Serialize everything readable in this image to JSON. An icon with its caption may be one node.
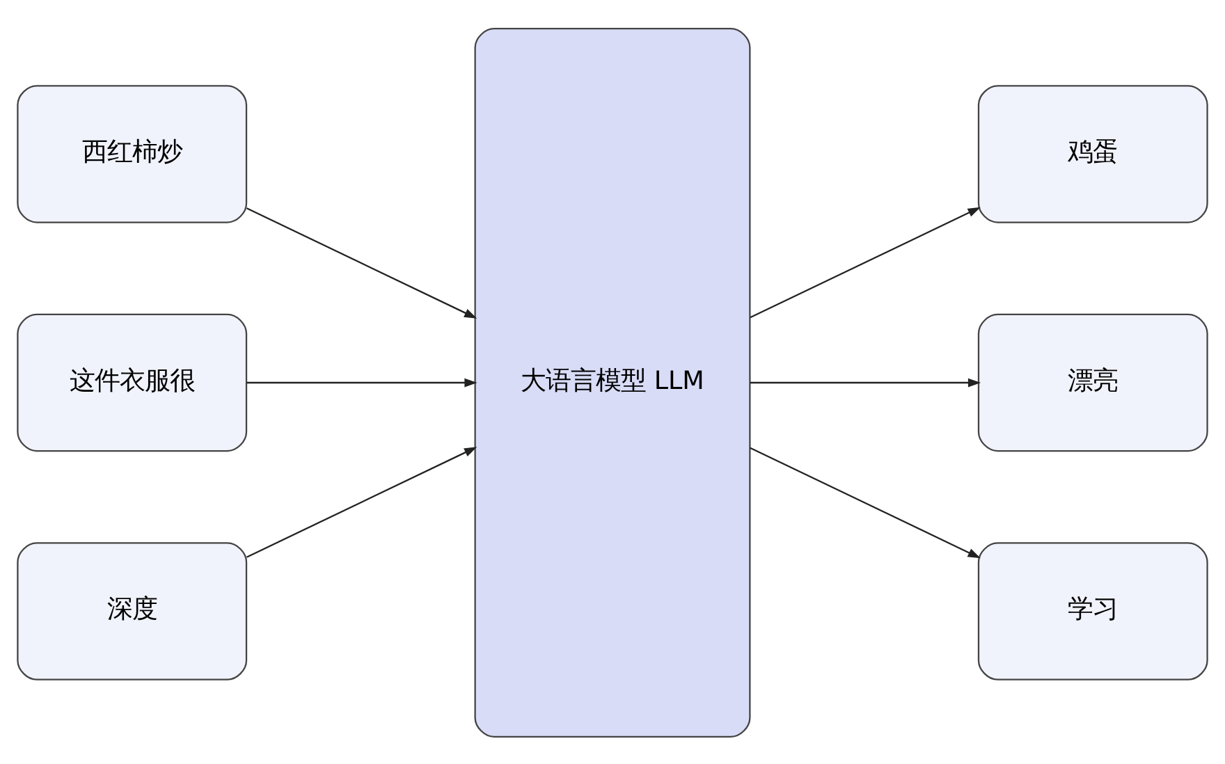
{
  "diagram": {
    "nodes": [
      {
        "text": [
          "西红柿炒"
        ]
      },
      {
        "text": [
          "这件衣服很"
        ]
      },
      {
        "text": [
          "深度"
        ]
      },
      {
        "text": [
          "大语言模型 LLM"
        ]
      },
      {
        "text": [
          "鸡蛋"
        ]
      },
      {
        "text": [
          "漂亮"
        ]
      },
      {
        "text": [
          "学习"
        ]
      }
    ],
    "edges": [
      {
        "from": 0,
        "to": 3,
        "arrow": "to"
      },
      {
        "from": 1,
        "to": 3,
        "arrow": "to"
      },
      {
        "from": 2,
        "to": 3,
        "arrow": "to"
      },
      {
        "from": 3,
        "to": 4,
        "arrow": "to"
      },
      {
        "from": 3,
        "to": 5,
        "arrow": "to"
      },
      {
        "from": 3,
        "to": 6,
        "arrow": "to"
      }
    ]
  }
}
